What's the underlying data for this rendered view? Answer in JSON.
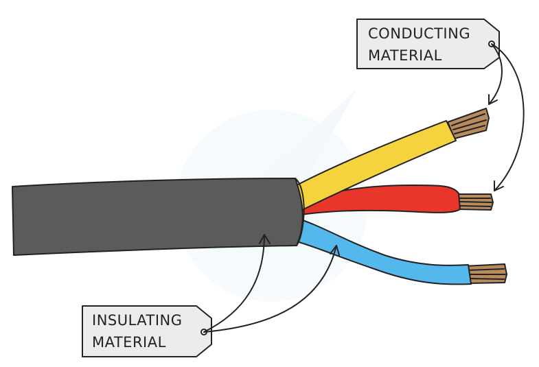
{
  "labels": {
    "conducting": {
      "line1": "CONDUCTING",
      "line2": "MATERIAL"
    },
    "insulating": {
      "line1": "INSULATING",
      "line2": "MATERIAL"
    }
  },
  "colors": {
    "outer_sheath": "#5b5b5b",
    "wire_yellow": "#f5d33f",
    "wire_red": "#e8372a",
    "wire_blue": "#55b8ec",
    "copper": "#b88a5e",
    "tag_fill": "#ececec",
    "outline": "#222222"
  }
}
